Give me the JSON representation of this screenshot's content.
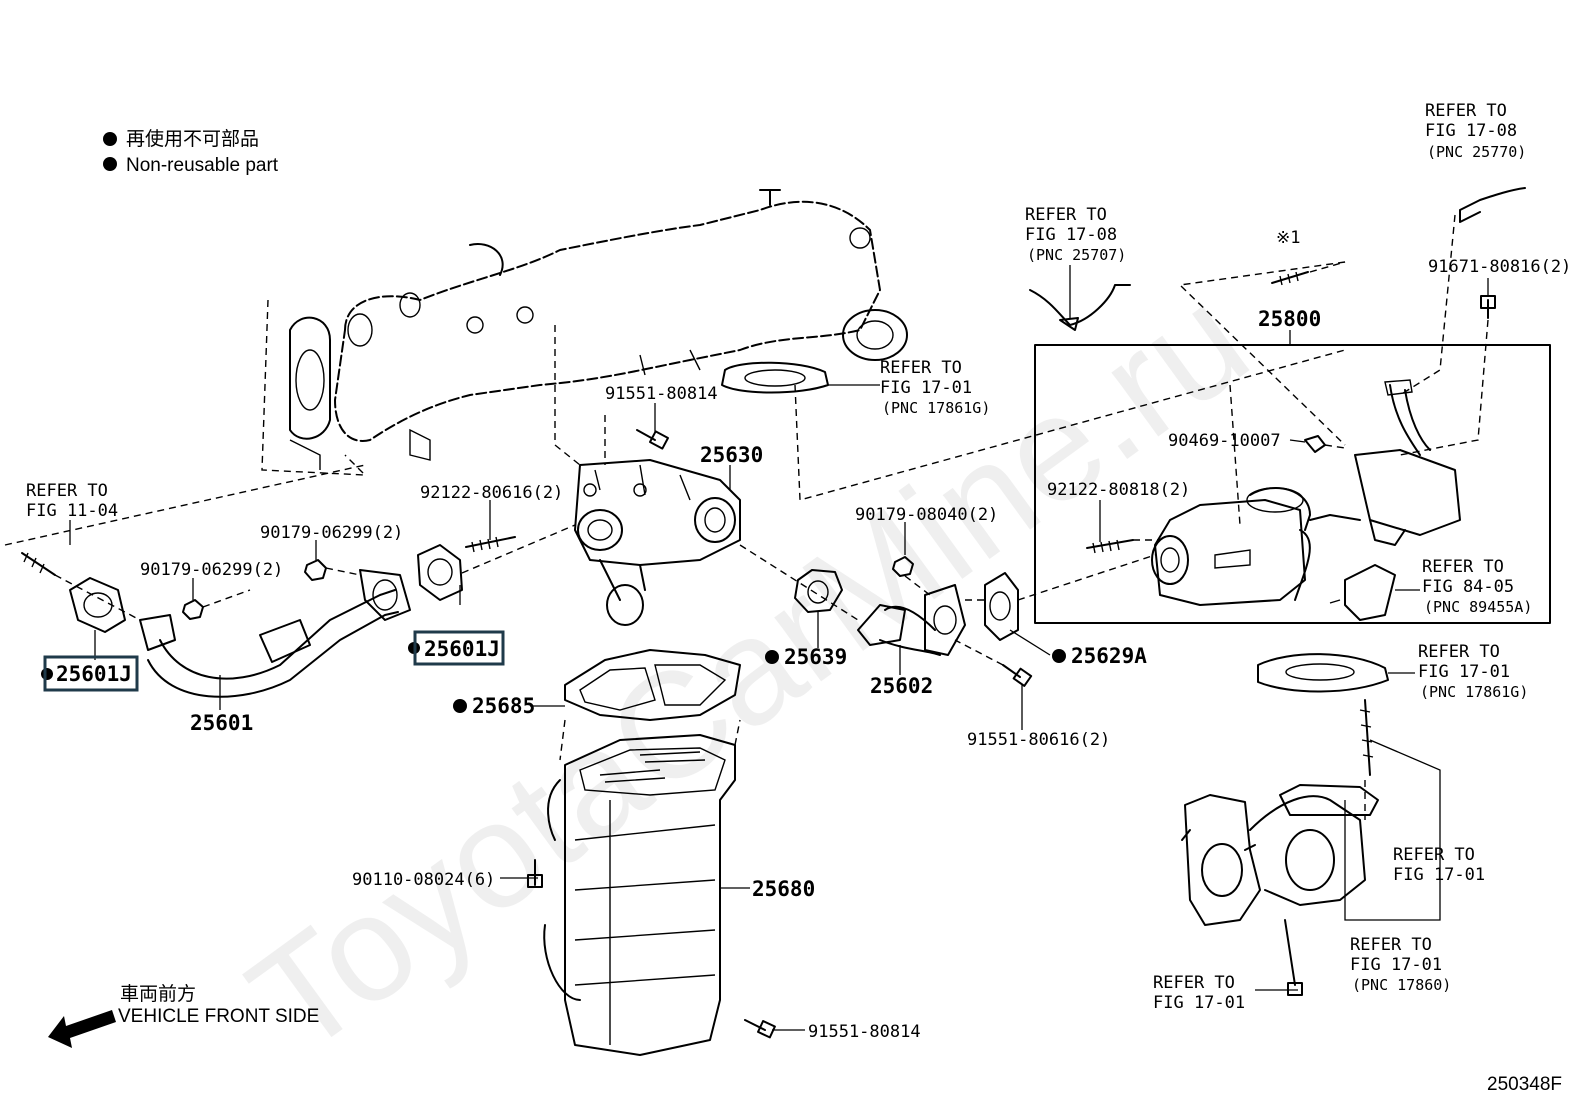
{
  "legend": {
    "japanese": "再使用不可部品",
    "english": "Non-reusable part"
  },
  "watermark": "ToyotaCarMine.ru",
  "direction": {
    "japanese": "車両前方",
    "english": "VEHICLE FRONT SIDE"
  },
  "figure_id": "250348F",
  "refer": {
    "r_11_04": [
      "REFER TO",
      "FIG 11-04"
    ],
    "r_17_08a": [
      "REFER TO",
      "FIG 17-08",
      "(PNC 25707)"
    ],
    "r_17_08b": [
      "REFER TO",
      "FIG 17-08",
      "(PNC 25770)"
    ],
    "r_17_01a": [
      "REFER TO",
      "FIG 17-01",
      "(PNC 17861G)"
    ],
    "r_84_05": [
      "REFER TO",
      "FIG 84-05",
      "(PNC 89455A)"
    ],
    "r_17_01b": [
      "REFER TO",
      "FIG 17-01",
      "(PNC 17861G)"
    ],
    "r_17_01c": [
      "REFER TO",
      "FIG 17-01"
    ],
    "r_17_01d": [
      "REFER TO",
      "FIG 17-01",
      "(PNC 17860)"
    ],
    "r_17_01e": [
      "REFER TO",
      "FIG 17-01"
    ]
  },
  "parts": {
    "p25800": "25800",
    "p25630": "25630",
    "p25601": "25601",
    "p25601J_a": "25601J",
    "p25601J_b": "25601J",
    "p25639": "25639",
    "p25602": "25602",
    "p25629A": "25629A",
    "p25685": "25685",
    "p25680": "25680"
  },
  "fasteners": {
    "f91551_80814a": "91551-80814",
    "f92122_80616": "92122-80616(2)",
    "f90179_06299a": "90179-06299(2)",
    "f90179_06299b": "90179-06299(2)",
    "f90179_08040": "90179-08040(2)",
    "f91551_80616": "91551-80616(2)",
    "f90110_08024": "90110-08024(6)",
    "f91551_80814b": "91551-80814",
    "f90469_10007": "90469-10007",
    "f92122_80818": "92122-80818(2)",
    "f91671_80816": "91671-80816(2)",
    "note_mark": "※1"
  }
}
